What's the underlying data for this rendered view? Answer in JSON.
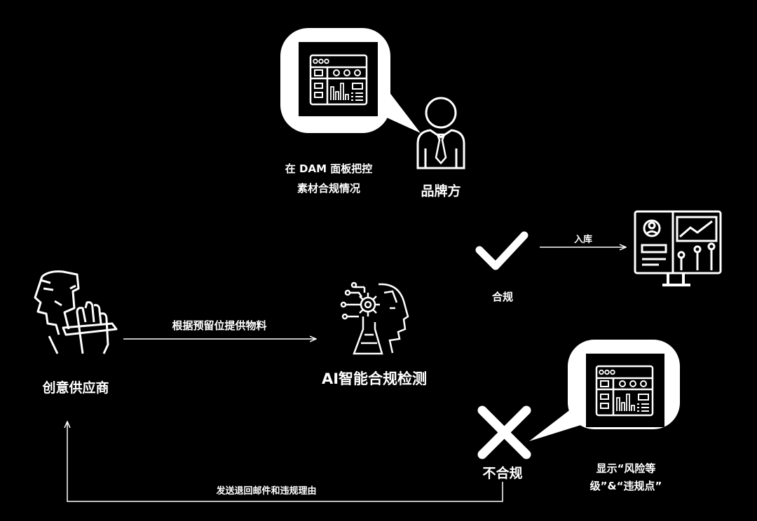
{
  "brand": {
    "label": "品牌方",
    "caption_line1": "在 DAM 面板把控",
    "caption_line2": "素材合规情况"
  },
  "supplier": {
    "label": "创意供应商"
  },
  "supply_arrow": {
    "label": "根据预留位提供物料"
  },
  "ai": {
    "label": "AI智能合规检测"
  },
  "compliant": {
    "label": "合规",
    "arrow_label": "入库"
  },
  "noncompliant": {
    "label": "不合规",
    "caption_line1": "显示“风险等",
    "caption_line2": "级”&“违规点”",
    "return_label": "发送退回邮件和违规理由"
  },
  "colors": {
    "background": "#000000",
    "foreground": "#ffffff"
  }
}
